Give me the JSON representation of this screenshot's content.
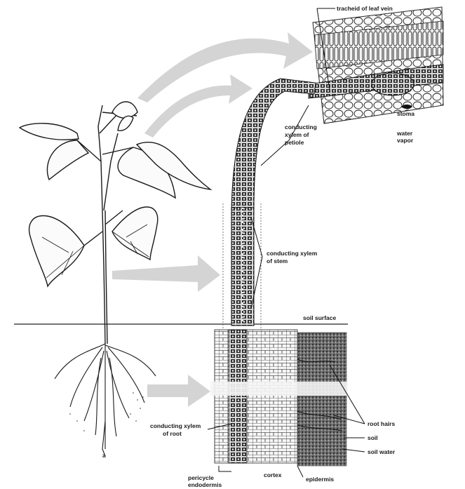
{
  "labels": {
    "tracheid": "tracheid of leaf vein",
    "stoma": "stoma",
    "water_vapor_1": "water",
    "water_vapor_2": "vapor",
    "petiole_1": "conducting",
    "petiole_2": "xylem of",
    "petiole_3": "petiole",
    "stem_1": "conducting xylem",
    "stem_2": "of stem",
    "soil_surface": "soil surface",
    "cortex": "cortex",
    "root_xylem_1": "conducting xylem",
    "root_xylem_2": "of root",
    "root_hairs": "root hairs",
    "soil": "soil",
    "soil_water": "soil water",
    "pericycle": "pericycle",
    "endodermis": "endodermis",
    "epidermis": "epidermis",
    "figure_letter": "a"
  }
}
